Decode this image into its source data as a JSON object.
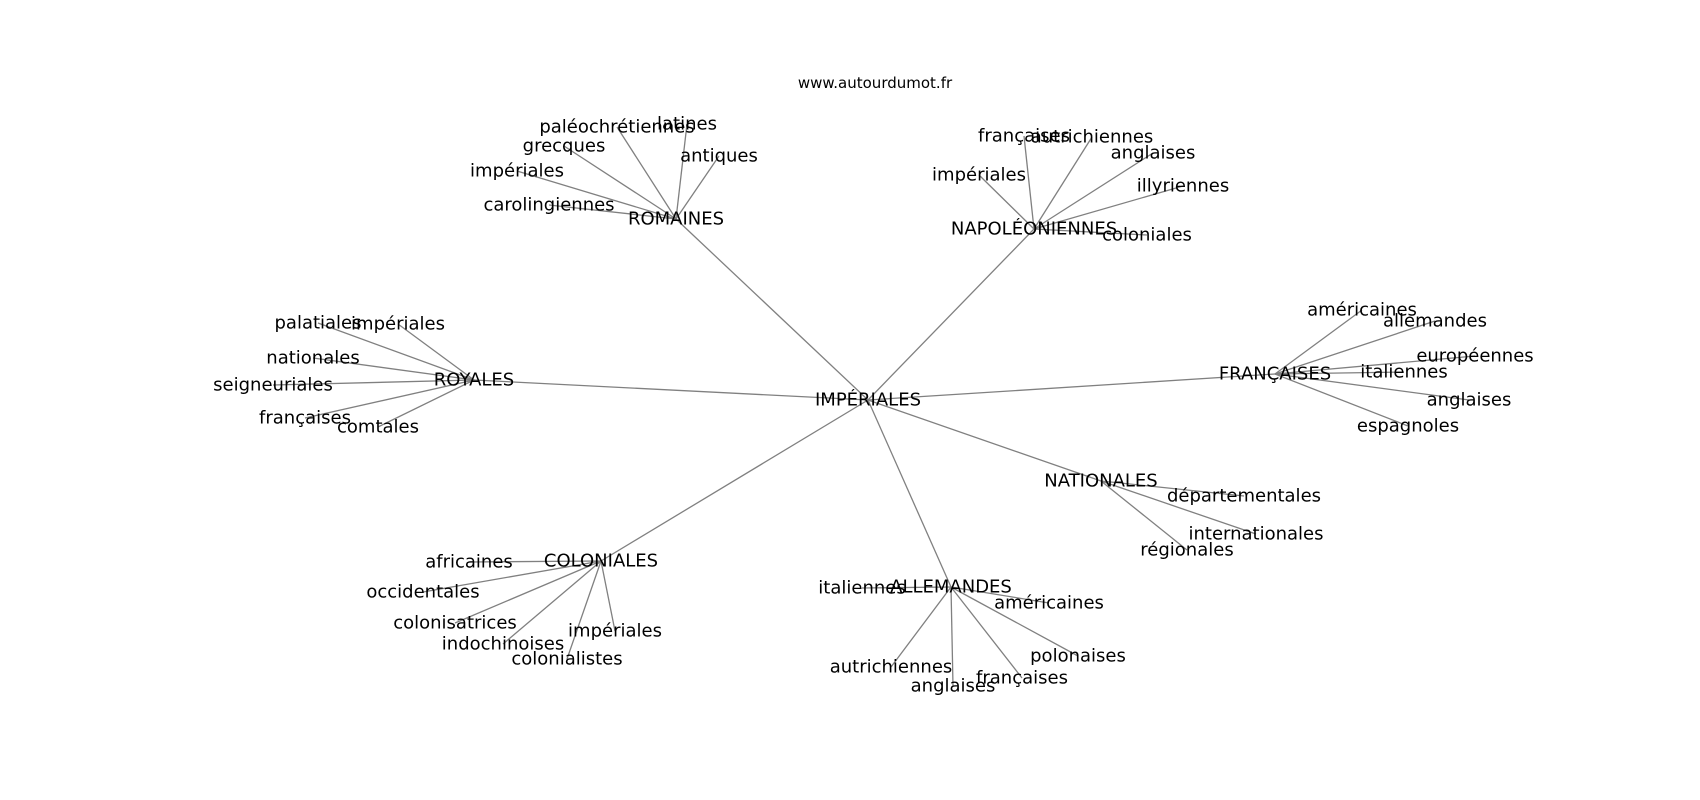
{
  "source": "www.autourdumot.fr",
  "colors": {
    "edge": "#808080",
    "text": "#000000",
    "background": "#ffffff"
  },
  "center": {
    "id": "center",
    "label": "IMPÉRIALES"
  },
  "hubs": [
    {
      "id": "romaines",
      "label": "ROMAINES",
      "leaves": [
        {
          "id": "romaines-paleochretiennes",
          "label": "paléochrétiennes"
        },
        {
          "id": "romaines-latines",
          "label": "latines"
        },
        {
          "id": "romaines-grecques",
          "label": "grecques"
        },
        {
          "id": "romaines-antiques",
          "label": "antiques"
        },
        {
          "id": "romaines-imperiales",
          "label": "impériales"
        },
        {
          "id": "romaines-carolingiennes",
          "label": "carolingiennes"
        }
      ]
    },
    {
      "id": "napoleoniennes",
      "label": "NAPOLÉONIENNES",
      "leaves": [
        {
          "id": "napoleoniennes-francaises",
          "label": "françaises"
        },
        {
          "id": "napoleoniennes-autrichiennes",
          "label": "autrichiennes"
        },
        {
          "id": "napoleoniennes-anglaises",
          "label": "anglaises"
        },
        {
          "id": "napoleoniennes-imperiales",
          "label": "impériales"
        },
        {
          "id": "napoleoniennes-illyriennes",
          "label": "illyriennes"
        },
        {
          "id": "napoleoniennes-coloniales",
          "label": "coloniales"
        }
      ]
    },
    {
      "id": "royales",
      "label": "ROYALES",
      "leaves": [
        {
          "id": "royales-palatiales",
          "label": "palatiales"
        },
        {
          "id": "royales-imperiales",
          "label": "impériales"
        },
        {
          "id": "royales-nationales",
          "label": "nationales"
        },
        {
          "id": "royales-seigneuriales",
          "label": "seigneuriales"
        },
        {
          "id": "royales-francaises",
          "label": "françaises"
        },
        {
          "id": "royales-comtales",
          "label": "comtales"
        }
      ]
    },
    {
      "id": "francaises",
      "label": "FRANÇAISES",
      "leaves": [
        {
          "id": "francaises-americaines",
          "label": "américaines"
        },
        {
          "id": "francaises-allemandes",
          "label": "allemandes"
        },
        {
          "id": "francaises-europeennes",
          "label": "européennes"
        },
        {
          "id": "francaises-italiennes",
          "label": "italiennes"
        },
        {
          "id": "francaises-anglaises",
          "label": "anglaises"
        },
        {
          "id": "francaises-espagnoles",
          "label": "espagnoles"
        }
      ]
    },
    {
      "id": "nationales",
      "label": "NATIONALES",
      "leaves": [
        {
          "id": "nationales-departementales",
          "label": "départementales"
        },
        {
          "id": "nationales-internationales",
          "label": "internationales"
        },
        {
          "id": "nationales-regionales",
          "label": "régionales"
        }
      ]
    },
    {
      "id": "coloniales",
      "label": "COLONIALES",
      "leaves": [
        {
          "id": "coloniales-africaines",
          "label": "africaines"
        },
        {
          "id": "coloniales-occidentales",
          "label": "occidentales"
        },
        {
          "id": "coloniales-colonisatrices",
          "label": "colonisatrices"
        },
        {
          "id": "coloniales-indochinoises",
          "label": "indochinoises"
        },
        {
          "id": "coloniales-imperiales",
          "label": "impériales"
        },
        {
          "id": "coloniales-colonialistes",
          "label": "colonialistes"
        }
      ]
    },
    {
      "id": "allemandes",
      "label": "ALLEMANDES",
      "leaves": [
        {
          "id": "allemandes-italiennes",
          "label": "italiennes"
        },
        {
          "id": "allemandes-americaines",
          "label": "américaines"
        },
        {
          "id": "allemandes-polonaises",
          "label": "polonaises"
        },
        {
          "id": "allemandes-autrichiennes",
          "label": "autrichiennes"
        },
        {
          "id": "allemandes-francaises",
          "label": "françaises"
        },
        {
          "id": "allemandes-anglaises",
          "label": "anglaises"
        }
      ]
    }
  ]
}
